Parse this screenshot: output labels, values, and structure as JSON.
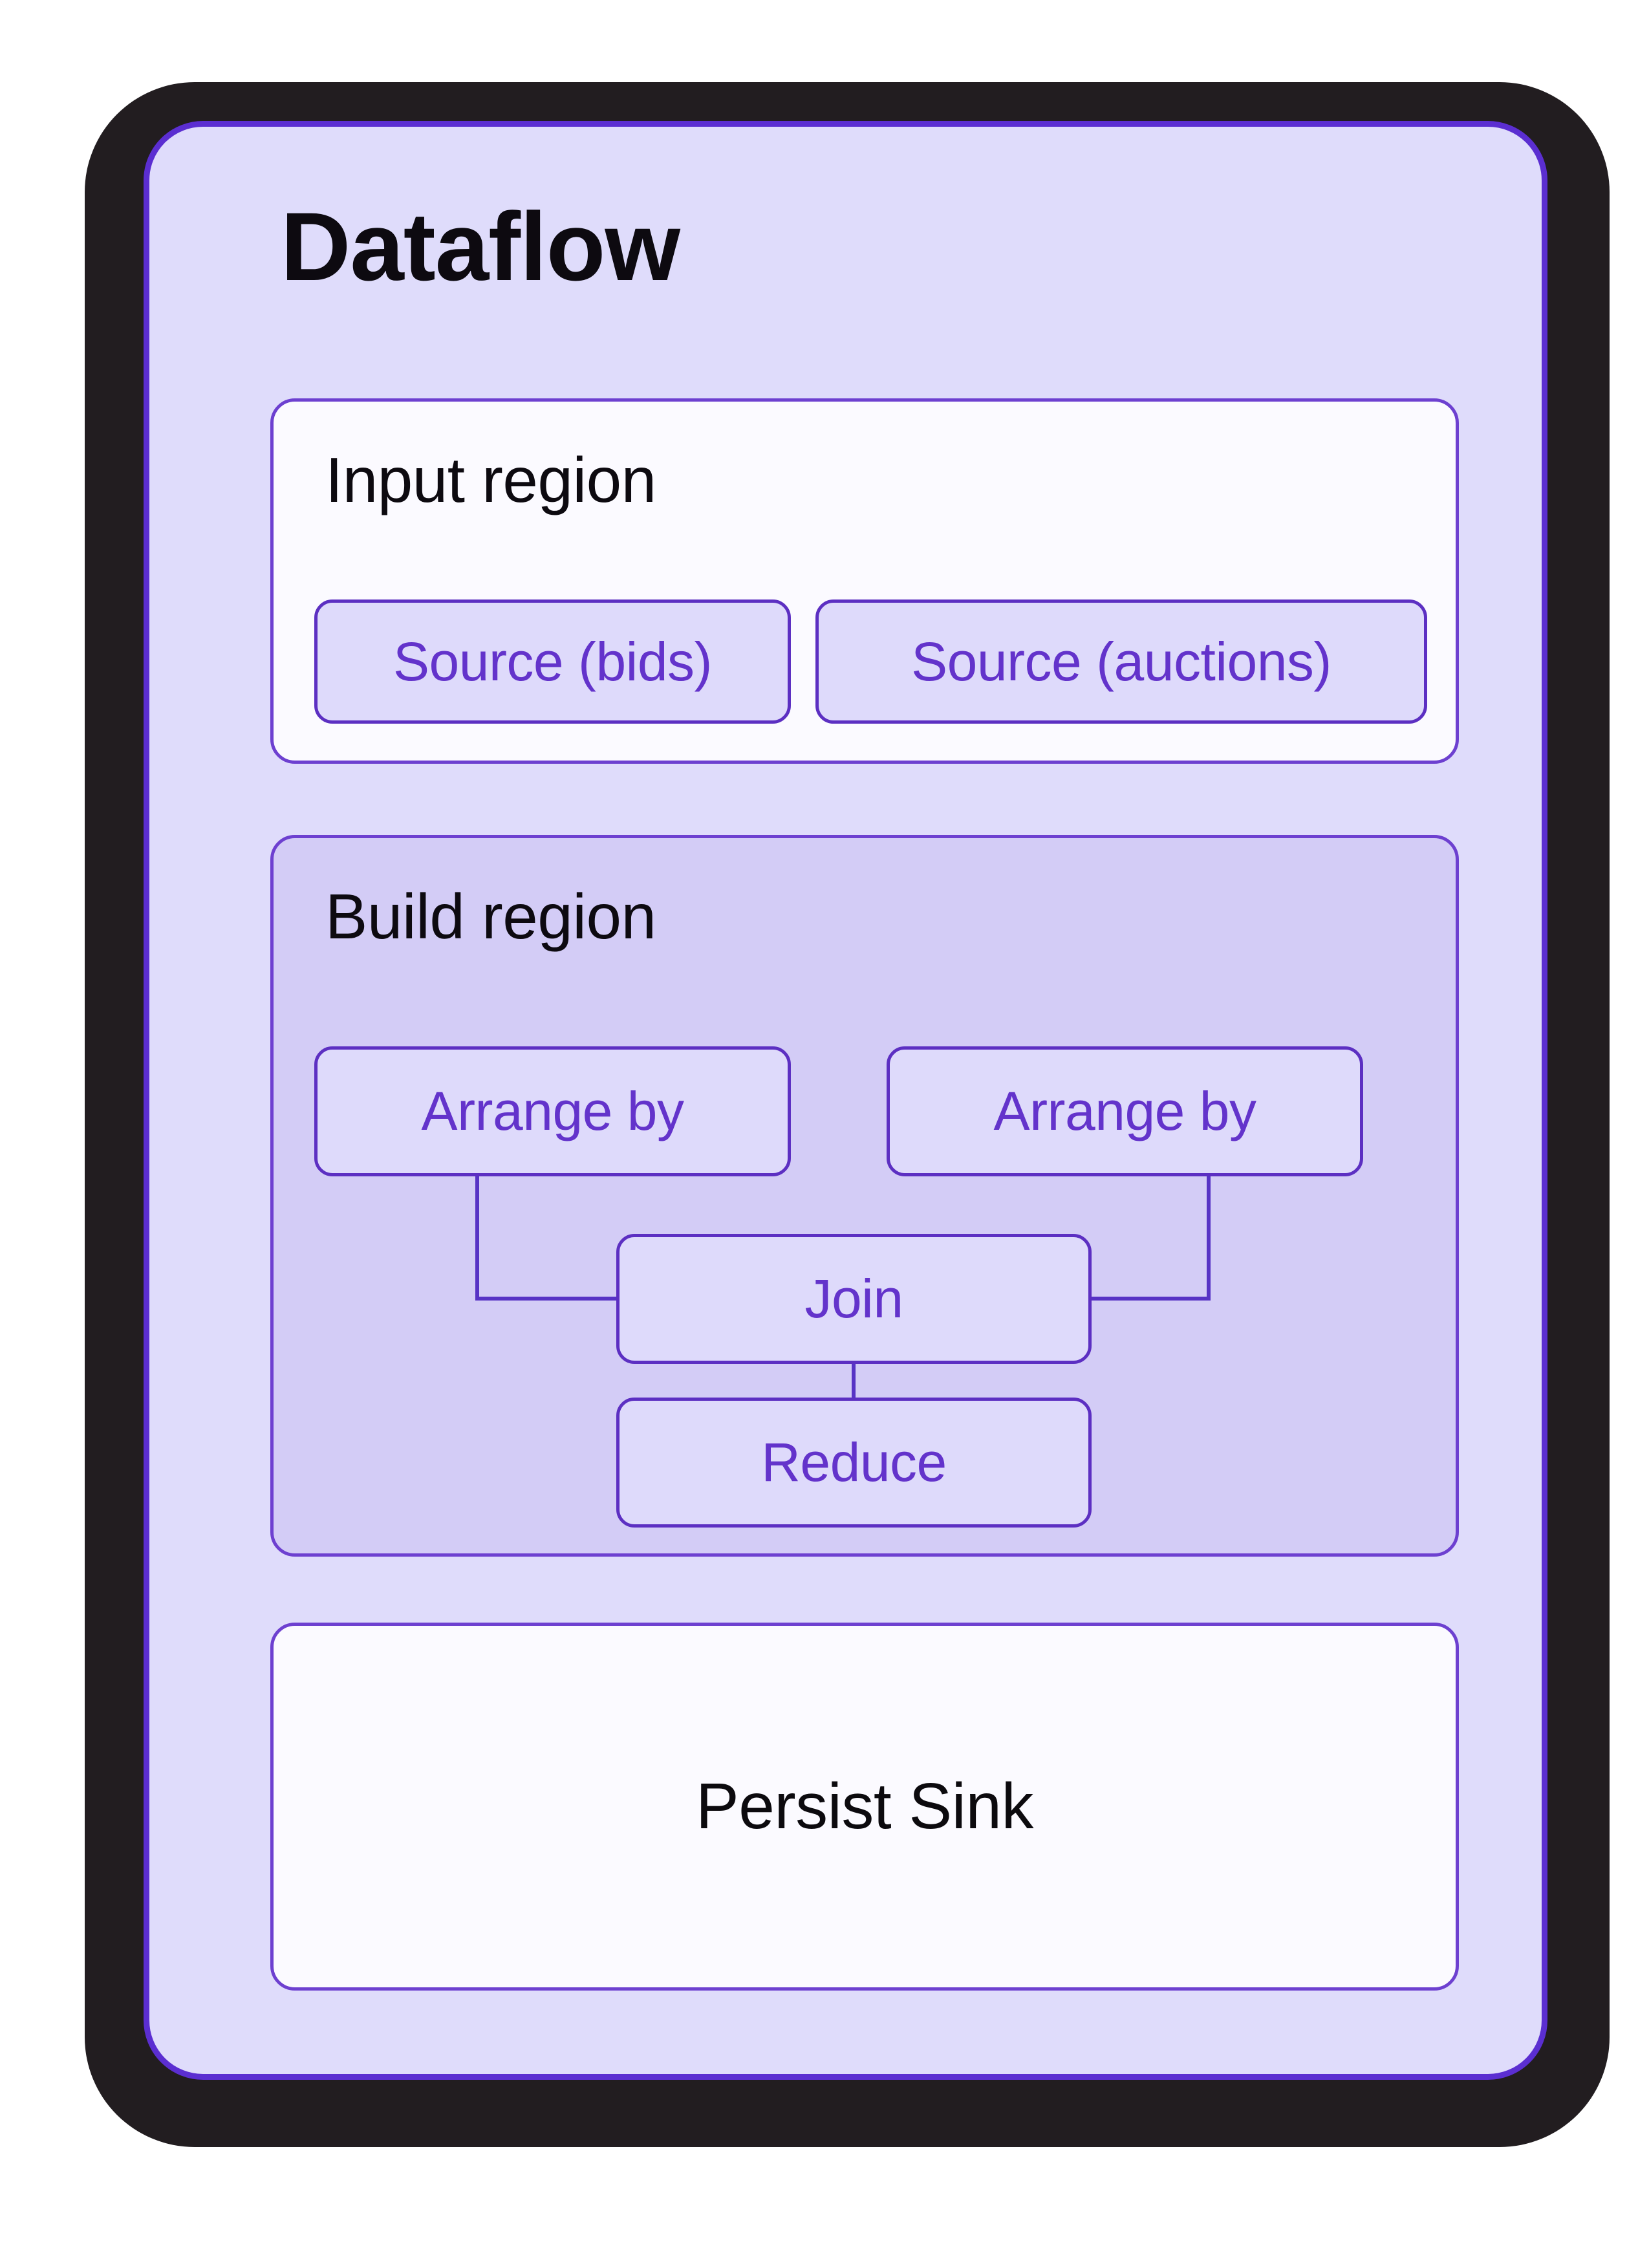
{
  "diagram": {
    "title": "Dataflow",
    "regions": [
      {
        "label": "Input region",
        "nodes": [
          {
            "label": "Source (bids)"
          },
          {
            "label": "Source (auctions)"
          }
        ]
      },
      {
        "label": "Build region",
        "nodes": [
          {
            "label": "Arrange by"
          },
          {
            "label": "Arrange by"
          },
          {
            "label": "Join"
          },
          {
            "label": "Reduce"
          }
        ],
        "edges": [
          {
            "from": "Arrange by (left)",
            "to": "Join"
          },
          {
            "from": "Arrange by (right)",
            "to": "Join"
          },
          {
            "from": "Join",
            "to": "Reduce"
          }
        ]
      },
      {
        "label": "Persist Sink",
        "nodes": []
      }
    ],
    "colors": {
      "frame": "#221d20",
      "panel_background": "#dfdcfb",
      "panel_border": "#5b2ed1",
      "region_border": "#6d40d0",
      "region_light_background": "#fbfaff",
      "build_region_background": "#d3ccf6",
      "node_background": "#dedafb",
      "node_border": "#5c2fc2",
      "node_text": "#6333cb",
      "edge": "#5733c5",
      "heading_text": "#0d0a10"
    }
  }
}
